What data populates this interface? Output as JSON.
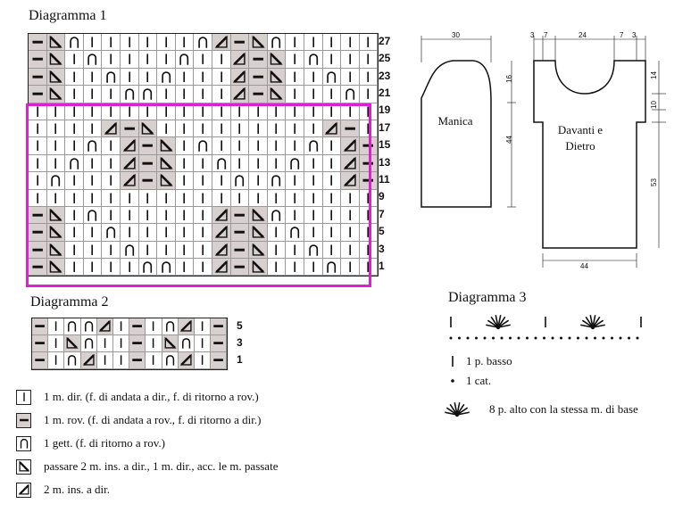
{
  "diagram1": {
    "title": "Diagramma 1",
    "row_numbers": [
      "27",
      "25",
      "23",
      "21",
      "19",
      "17",
      "15",
      "13",
      "11",
      "9",
      "7",
      "5",
      "3",
      "1"
    ],
    "rows": [
      "PSOKKKKKKOCPSOKKKK",
      "PSKOKKKKOKKCPSKOKK",
      "PSKKOKKOKKKCPSKKOK",
      "PSKKKOOKKKKCPSKKKO",
      "KKKKKKKKKKKKKKKKKK",
      "KKKKCPSKKKKKKKKKCP",
      "KKKOKCPSKOKKKKKOKCP",
      "KKOKKCPSKKOKKKOKKCP",
      "KOKKKCPSKKKOKOKKKCP",
      "KKKKKKKKKKKKKKKKKK",
      "PSKOKKKKKKCPSOKKKK",
      "PSKKOKKKKKCPSKOKKK",
      "PSKKKOKKKKCPSKKOKK",
      "PSKKKKOOKKCPSKKKOK"
    ]
  },
  "diagram2": {
    "title": "Diagramma 2",
    "row_numbers": [
      "5",
      "3",
      "1"
    ],
    "rows": [
      "PKOOCKPKOCKP",
      "PKSOKKPKSOKP",
      "PKOCKKPKOCKP"
    ]
  },
  "diagram3": {
    "title": "Diagramma 3",
    "legend": [
      {
        "symbol": "sc",
        "text": "1 p. basso"
      },
      {
        "symbol": "ch",
        "text": "1 cat."
      },
      {
        "symbol": "fan",
        "text": "8 p. alto con la stessa m. di base"
      }
    ]
  },
  "legend": [
    {
      "icon": "knit-icon",
      "text": "1 m. dir. (f. di andata a dir., f. di ritorno a rov.)"
    },
    {
      "icon": "purl-icon",
      "text": "1 m. rov. (f. di andata a rov., f. di ritorno a dir.)"
    },
    {
      "icon": "yarn-over-icon",
      "text": "1 gett. (f. di ritorno a rov.)"
    },
    {
      "icon": "skpo-icon",
      "text": "passare 2 m. ins. a dir., 1 m. dir., acc. le m. passate"
    },
    {
      "icon": "k2tog-icon",
      "text": "2 m. ins. a dir."
    }
  ],
  "schematic": {
    "sleeve": {
      "label": "Manica",
      "width": "30",
      "cap_height": "16",
      "length": "44"
    },
    "body": {
      "label_line1": "Davanti e",
      "label_line2": "Dietro",
      "top_dims": [
        "3",
        "7",
        "24",
        "7",
        "3"
      ],
      "neck_depth": "14",
      "armhole": "10",
      "length": "53",
      "width": "44"
    }
  }
}
